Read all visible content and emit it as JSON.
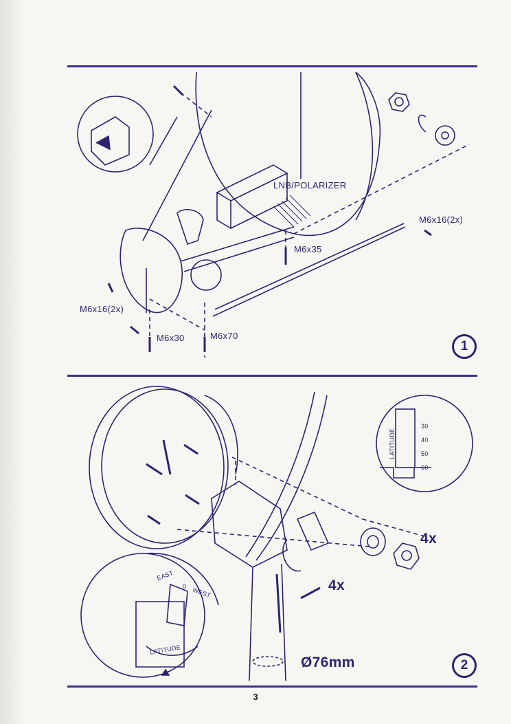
{
  "panel1": {
    "labels": {
      "lnb": "LNB/POLARIZER",
      "m6x16_right": "M6x16(2x)",
      "m6x35": "M6x35",
      "m6x16_left": "M6x16(2x)",
      "m6x30": "M6x30",
      "m6x70": "M6x70"
    },
    "step": "1"
  },
  "panel2": {
    "labels": {
      "latitude_scale": "LATITUDE",
      "scale_ticks": [
        "30",
        "40",
        "50",
        "60"
      ],
      "qty_nuts": "4x",
      "qty_bolts": "4x",
      "east": "EAST",
      "zero": "0",
      "west": "WEST",
      "latitude_dial": "LATITUDE",
      "diameter": "Ø76mm"
    },
    "step": "2"
  },
  "page_number": "3",
  "colors": {
    "ink": "#2c2470",
    "rule": "#3b2f8c"
  }
}
